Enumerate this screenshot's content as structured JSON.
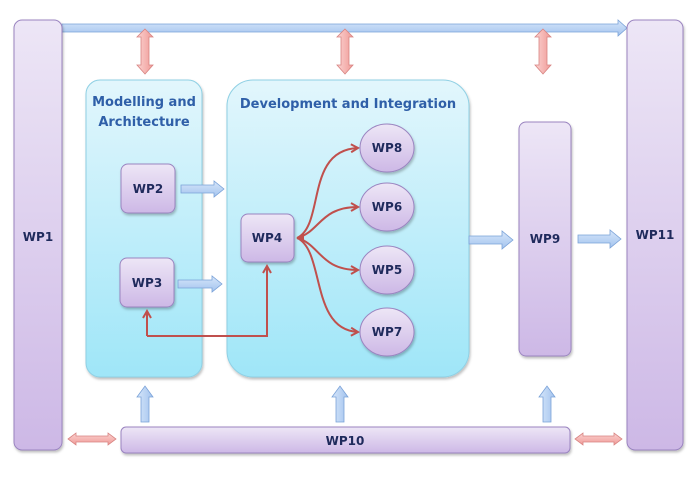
{
  "groups": {
    "modelling": {
      "title_line1": "Modelling and",
      "title_line2": "Architecture"
    },
    "development": {
      "title": "Development and Integration"
    }
  },
  "workpackages": {
    "wp1": "WP1",
    "wp2": "WP2",
    "wp3": "WP3",
    "wp4": "WP4",
    "wp5": "WP5",
    "wp6": "WP6",
    "wp7": "WP7",
    "wp8": "WP8",
    "wp9": "WP9",
    "wp10": "WP10",
    "wp11": "WP11"
  },
  "colors": {
    "box_fill_top": "#ede6f6",
    "box_fill_bottom": "#cdb8e6",
    "box_stroke": "#9a84c0",
    "group_fill_top": "#e2f6fc",
    "group_fill_bottom": "#9fe6f8",
    "group_stroke": "#8fd0e4",
    "flow_arrow": "#a9c8f0",
    "flow_arrow_stroke": "#7aa2d8",
    "exchange_arrow": "#f6a9a6",
    "exchange_arrow_stroke": "#d88482",
    "dependency_line": "#c0504d"
  },
  "connections": [
    {
      "from": "WP1",
      "to": "WP11",
      "type": "flow"
    },
    {
      "from": "WP2",
      "to": "Development and Integration",
      "type": "flow"
    },
    {
      "from": "WP3",
      "to": "Development and Integration",
      "type": "flow"
    },
    {
      "from": "WP3",
      "to": "WP4",
      "type": "dependency"
    },
    {
      "from": "WP4",
      "to": "WP8",
      "type": "dependency"
    },
    {
      "from": "WP4",
      "to": "WP6",
      "type": "dependency"
    },
    {
      "from": "WP4",
      "to": "WP5",
      "type": "dependency"
    },
    {
      "from": "WP4",
      "to": "WP7",
      "type": "dependency"
    },
    {
      "from": "Development and Integration",
      "to": "WP9",
      "type": "flow"
    },
    {
      "from": "WP9",
      "to": "WP11",
      "type": "flow"
    },
    {
      "from": "WP10",
      "to": "Modelling and Architecture",
      "type": "flow"
    },
    {
      "from": "WP10",
      "to": "Development and Integration",
      "type": "flow"
    },
    {
      "from": "WP10",
      "to": "WP9",
      "type": "flow"
    },
    {
      "from": "WP1",
      "to": "WP10",
      "type": "exchange"
    },
    {
      "from": "WP10",
      "to": "WP11",
      "type": "exchange"
    }
  ]
}
